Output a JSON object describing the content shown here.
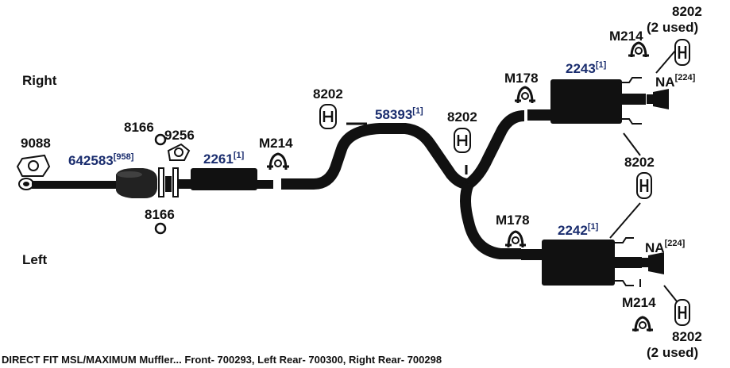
{
  "colors": {
    "part_blue": "#1a2d6e",
    "ink": "#111111",
    "background": "#ffffff"
  },
  "sides": {
    "right": "Right",
    "left": "Left"
  },
  "components": {
    "flange_gasket": {
      "part": "9088"
    },
    "front_pipe": {
      "part": "642583",
      "note": "[958]"
    },
    "gasket_upper": {
      "part": "8166"
    },
    "gasket_lower": {
      "part": "8166"
    },
    "flange": {
      "part": "9256"
    },
    "front_muffler": {
      "part": "2261",
      "note": "[1]"
    },
    "clamp_front": {
      "part": "M214"
    },
    "hanger_center": {
      "part": "8202"
    },
    "y_pipe": {
      "part": "58393",
      "note": "[1]"
    },
    "hanger_y": {
      "part": "8202"
    },
    "clamp_right_inlet": {
      "part": "M178"
    },
    "right_rear_muffler": {
      "part": "2243",
      "note": "[1]"
    },
    "clamp_right_tip": {
      "part": "M214"
    },
    "hangers_right_tip": {
      "part": "8202",
      "qty": "(2 used)"
    },
    "tip_right": {
      "part": "NA",
      "note": "[224]"
    },
    "hanger_between": {
      "part": "8202"
    },
    "clamp_left_inlet": {
      "part": "M178"
    },
    "left_rear_muffler": {
      "part": "2242",
      "note": "[1]"
    },
    "tip_left": {
      "part": "NA",
      "note": "[224]"
    },
    "clamp_left_tip": {
      "part": "M214"
    },
    "hangers_left_tip": {
      "part": "8202",
      "qty": "(2 used)"
    }
  },
  "caption": "DIRECT FIT MSL/MAXIMUM Muffler... Front- 700293, Left Rear- 700300, Right Rear- 700298"
}
